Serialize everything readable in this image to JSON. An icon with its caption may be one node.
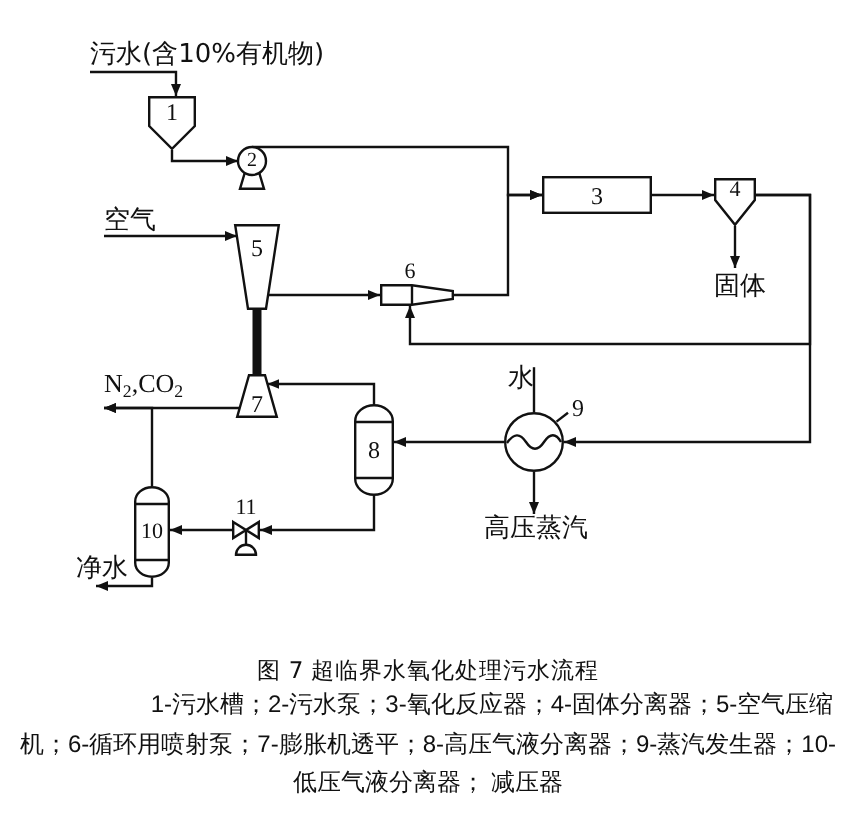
{
  "diagram": {
    "caption": "图 7 超临界水氧化处理污水流程",
    "nodes": [
      {
        "text": [
          "污水(含10%有机物)"
        ]
      },
      {
        "text": [
          "1"
        ]
      },
      {
        "text": [
          "2"
        ]
      },
      {
        "text": [
          "3"
        ]
      },
      {
        "text": [
          "4"
        ]
      },
      {
        "text": [
          "固体"
        ]
      },
      {
        "text": [
          "空气"
        ]
      },
      {
        "text": [
          "5"
        ]
      },
      {
        "text": [
          "6"
        ]
      },
      {
        "text": [
          "N$_{2}$,CO$_{2}$"
        ]
      },
      {
        "text": [
          "水"
        ]
      },
      {
        "text": [
          "9"
        ]
      },
      {
        "text": [
          "7"
        ]
      },
      {
        "text": [
          "8"
        ]
      },
      {
        "text": [],
        "shape": "circle"
      },
      {
        "text": [
          "11"
        ]
      },
      {
        "text": [
          "高压蒸汽"
        ]
      },
      {
        "text": [
          "10"
        ]
      },
      {
        "text": [
          "净水"
        ]
      }
    ],
    "edges": [
      {
        "from": 0,
        "to": 1,
        "arrow": "to"
      },
      {
        "from": 1,
        "to": 2,
        "arrow": "to"
      },
      {
        "from": 2,
        "to": 3,
        "arrow": "to"
      },
      {
        "from": 8,
        "to": 3,
        "arrow": "to"
      },
      {
        "from": 3,
        "to": 4,
        "arrow": "to"
      },
      {
        "from": 4,
        "to": 5,
        "arrow": "to"
      },
      {
        "from": 6,
        "to": 7,
        "arrow": "to"
      },
      {
        "from": 7,
        "to": 8,
        "arrow": "to"
      },
      {
        "from": 4,
        "to": 8,
        "arrow": "to"
      },
      {
        "from": 4,
        "to": 14,
        "arrow": "to"
      },
      {
        "from": 14,
        "to": 13,
        "arrow": "to"
      },
      {
        "from": 10,
        "to": 14,
        "arrow": "none"
      },
      {
        "from": 11,
        "to": 14,
        "arrow": "none"
      },
      {
        "from": 14,
        "to": 16,
        "arrow": "to"
      },
      {
        "from": 13,
        "to": 12,
        "arrow": "to"
      },
      {
        "from": 12,
        "to": 9,
        "arrow": "to"
      },
      {
        "from": 17,
        "to": 9,
        "arrow": "to"
      },
      {
        "from": 13,
        "to": 15,
        "arrow": "to"
      },
      {
        "from": 15,
        "to": 17,
        "arrow": "to"
      },
      {
        "from": 17,
        "to": 18,
        "arrow": "to"
      },
      {
        "from": 7,
        "to": 12,
        "arrow": "none",
        "style": "thick"
      }
    ],
    "labels": [
      "1-污水槽；2-污水泵；3-氧化反应器；4-固体分离器；5-空气压缩机；6-循环用喷射泵；7-膨胀机透平；8-高压气液分离器；9-蒸汽发生器；10-低压气液分离器； 减压器"
    ]
  }
}
